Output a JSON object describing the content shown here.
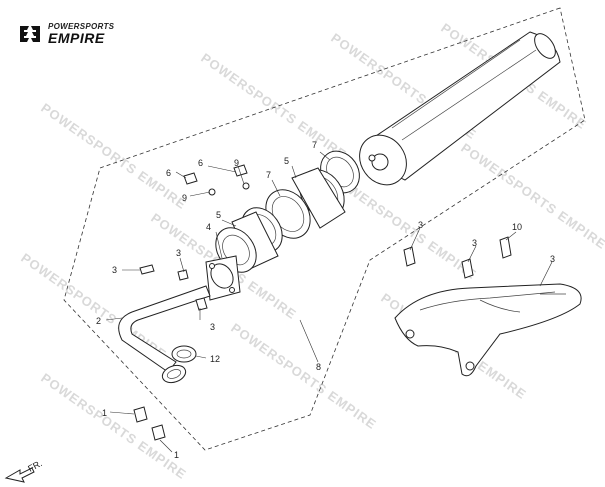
{
  "brand": {
    "top": "POWERSPORTS",
    "main": "EMPIRE"
  },
  "watermark": "POWERSPORTS EMPIRE",
  "direction": "FR.",
  "callouts": [
    {
      "id": "c1a",
      "text": "1"
    },
    {
      "id": "c1b",
      "text": "1"
    },
    {
      "id": "c2",
      "text": "2"
    },
    {
      "id": "c3a",
      "text": "3"
    },
    {
      "id": "c3b",
      "text": "3"
    },
    {
      "id": "c3c",
      "text": "3"
    },
    {
      "id": "c3d",
      "text": "3"
    },
    {
      "id": "c3e",
      "text": "3"
    },
    {
      "id": "c3f",
      "text": "3"
    },
    {
      "id": "c4",
      "text": "4"
    },
    {
      "id": "c5a",
      "text": "5"
    },
    {
      "id": "c5b",
      "text": "5"
    },
    {
      "id": "c6a",
      "text": "6"
    },
    {
      "id": "c6b",
      "text": "6"
    },
    {
      "id": "c7a",
      "text": "7"
    },
    {
      "id": "c7b",
      "text": "7"
    },
    {
      "id": "c8",
      "text": "8"
    },
    {
      "id": "c9a",
      "text": "9"
    },
    {
      "id": "c9b",
      "text": "9"
    },
    {
      "id": "c10",
      "text": "10"
    },
    {
      "id": "c12",
      "text": "12"
    }
  ]
}
